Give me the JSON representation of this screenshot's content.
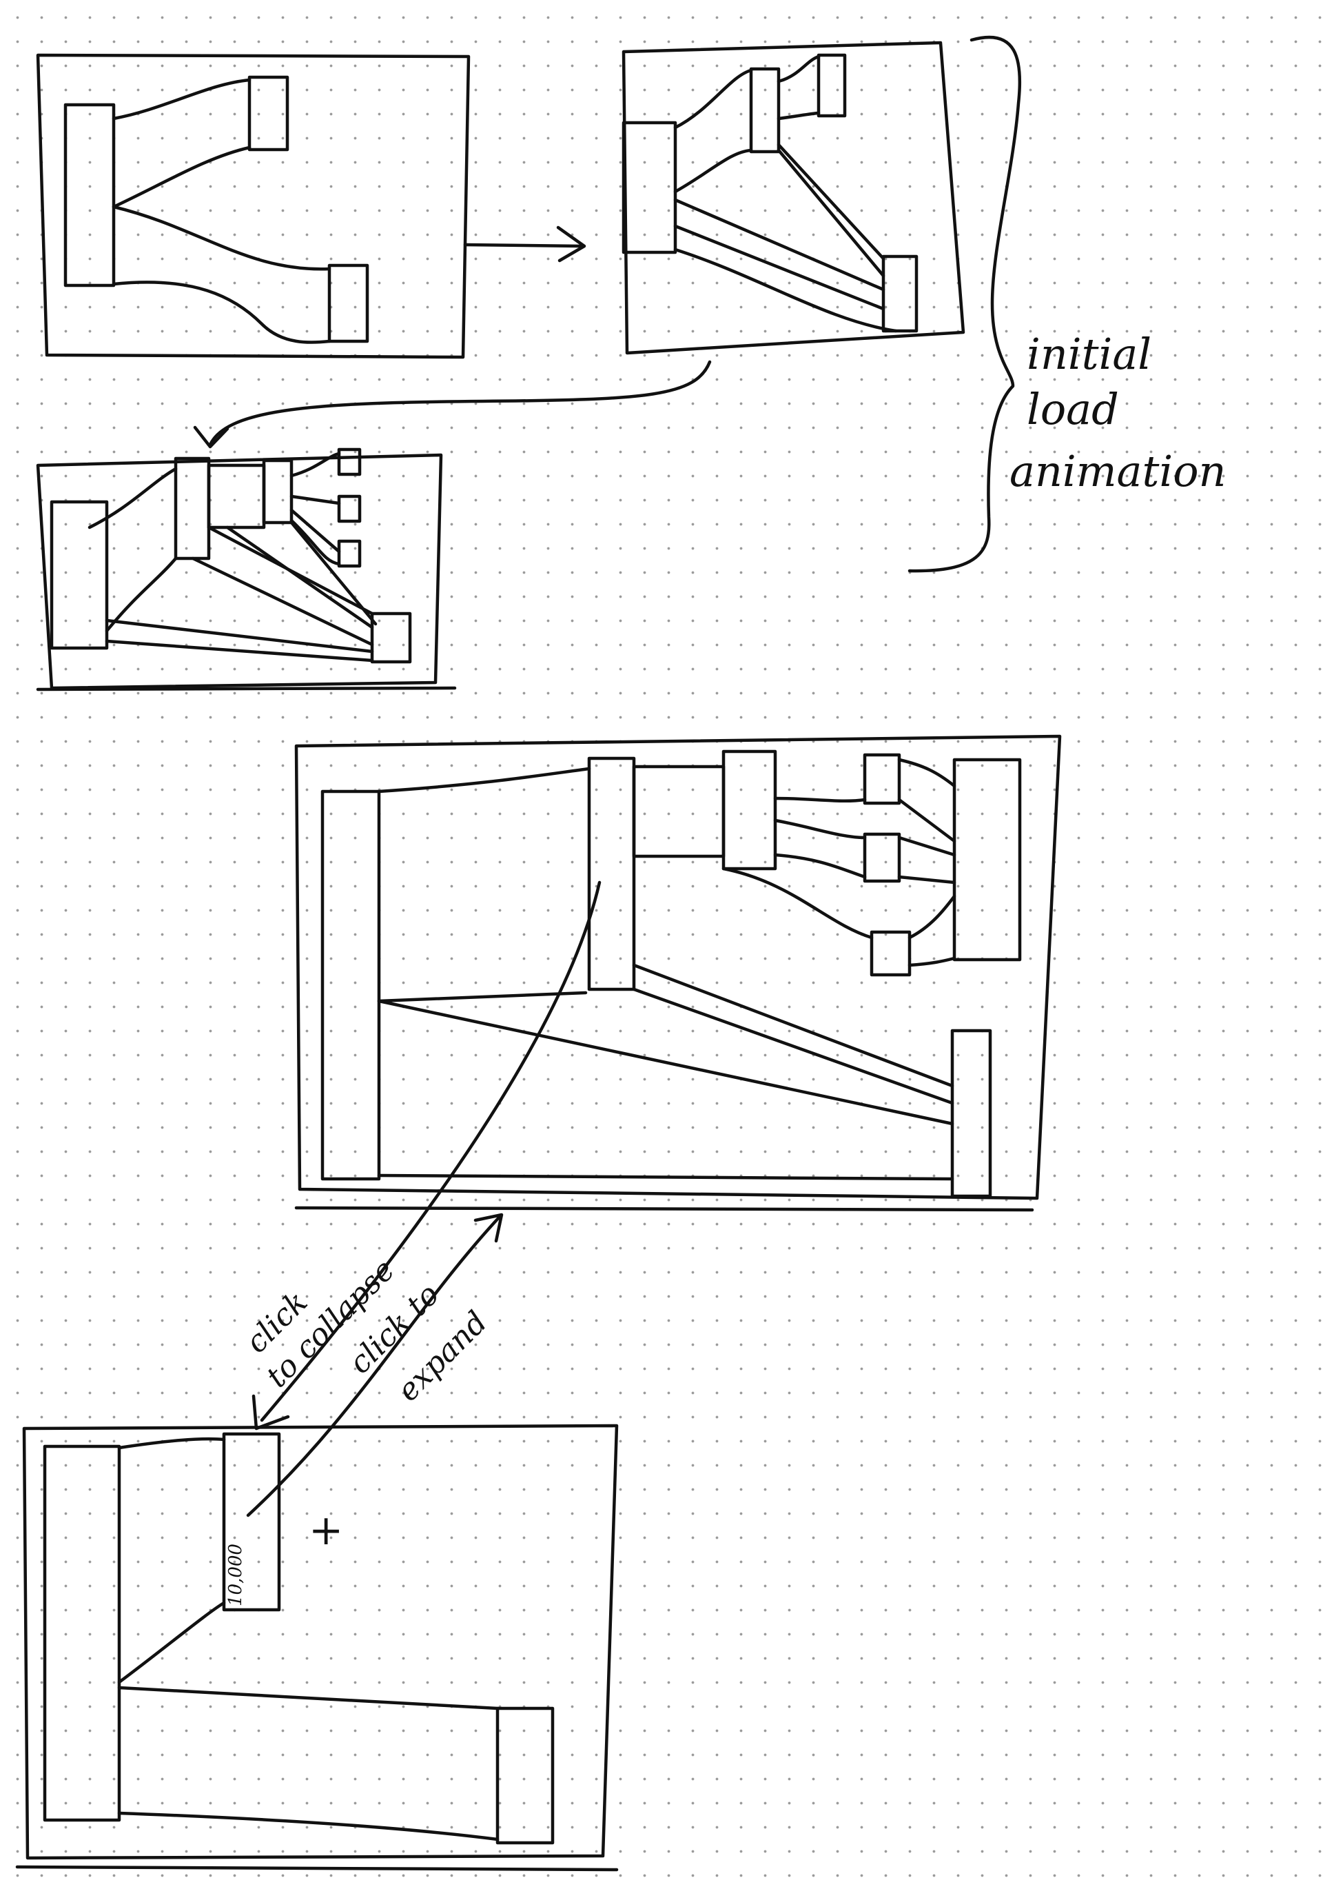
{
  "annotations": {
    "initial_load": [
      "initial",
      "load",
      "animation"
    ],
    "click_to_collapse": [
      "click",
      "to collapse"
    ],
    "click_to_expand": [
      "click to",
      "expand"
    ],
    "node_value": "10,000",
    "plus": "+"
  },
  "colors": {
    "ink": "#111111",
    "paper": "#ffffff",
    "dots": "#9a9a9a"
  }
}
